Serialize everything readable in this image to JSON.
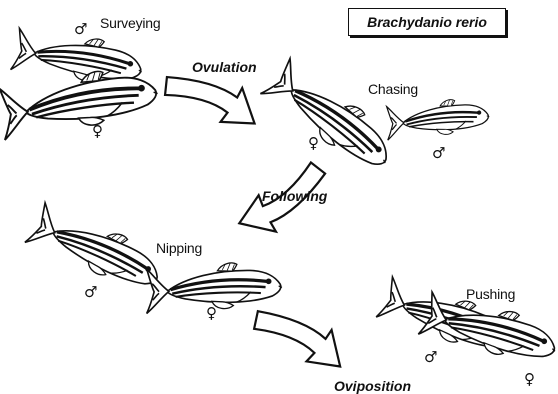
{
  "species": "Brachydanio rerio",
  "stages": {
    "surveying": "Surveying",
    "chasing": "Chasing",
    "nipping": "Nipping",
    "pushing": "Pushing"
  },
  "processes": {
    "ovulation": "Ovulation",
    "following": "Following",
    "oviposition": "Oviposition"
  },
  "symbols": {
    "male": "♂",
    "female": "♀"
  }
}
